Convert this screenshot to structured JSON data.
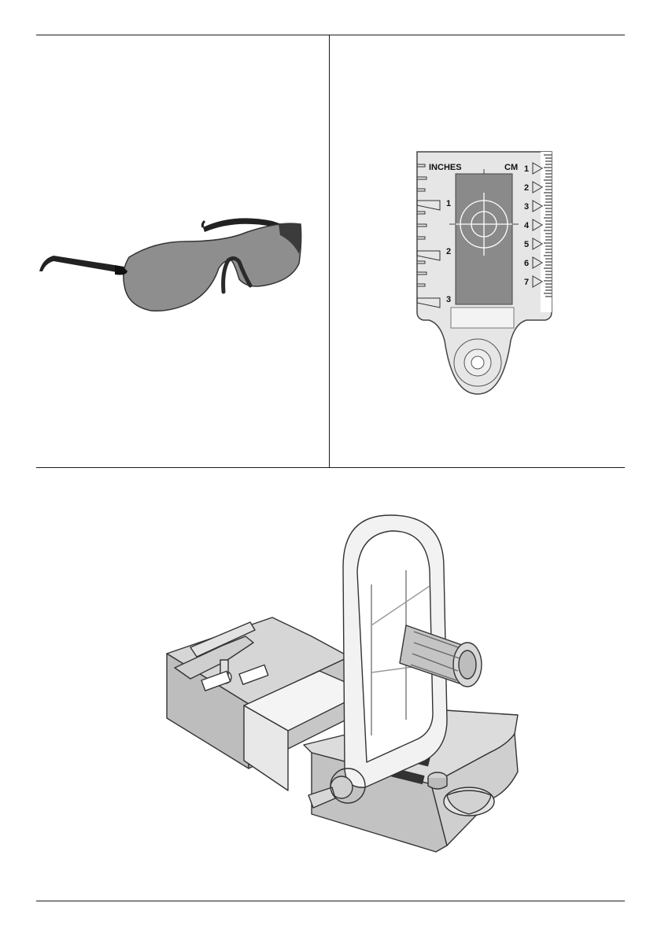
{
  "target_card": {
    "left_unit_label": "INCHES",
    "right_unit_label": "CM",
    "inch_marks": [
      "1",
      "2",
      "3"
    ],
    "cm_marks": [
      "1",
      "2",
      "3",
      "4",
      "5",
      "6",
      "7"
    ]
  },
  "icons": {
    "glasses": "laser-viewing-glasses-icon",
    "target": "laser-target-card-icon",
    "bracket": "wall-mount-bracket-icon"
  }
}
